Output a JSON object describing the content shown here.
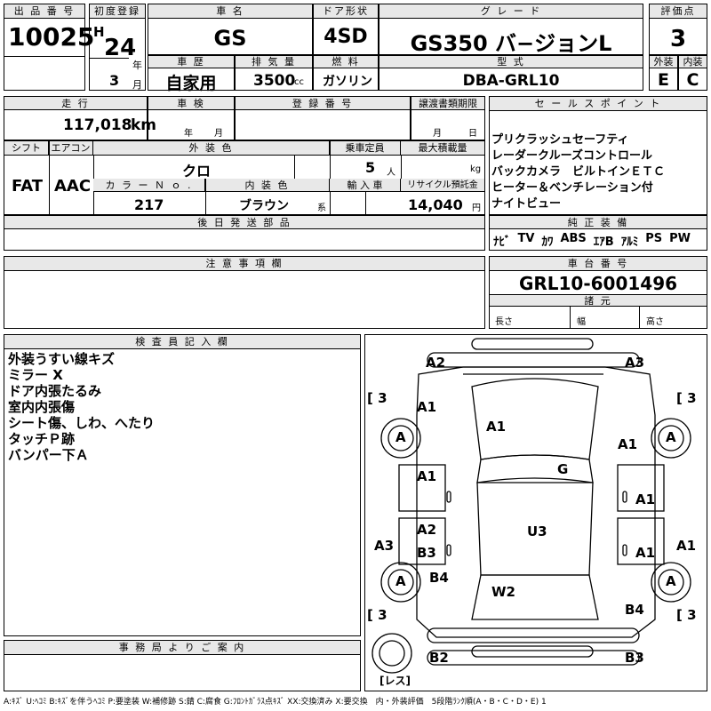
{
  "lot": {
    "label": "出 品 番 号",
    "value": "10025"
  },
  "first_reg": {
    "label": "初度登録",
    "era": "H",
    "year": "24",
    "year_unit": "年",
    "month": "3",
    "month_unit": "月"
  },
  "car_name": {
    "label": "車 名",
    "value": "GS"
  },
  "door": {
    "label": "ドア形状",
    "value": "4SD"
  },
  "grade": {
    "label": "グ レ ー ド",
    "value": "GS350 バ−ジョンL"
  },
  "score": {
    "label": "評価点",
    "value": "3"
  },
  "history": {
    "label": "車 歴",
    "value": "自家用"
  },
  "displacement": {
    "label": "排 気 量",
    "value": "3500",
    "unit": "cc"
  },
  "fuel": {
    "label": "燃 料",
    "value": "ガソリン"
  },
  "model": {
    "label": "型 式",
    "value": "DBA-GRL10"
  },
  "ext_grade": {
    "label": "外装",
    "value": "E"
  },
  "int_grade": {
    "label": "内装",
    "value": "C"
  },
  "mileage": {
    "label": "走 行",
    "value": "117,018",
    "unit": "km"
  },
  "inspection": {
    "label": "車 検",
    "year_unit": "年",
    "month_unit": "月"
  },
  "reg_no": {
    "label": "登 録 番 号"
  },
  "transfer": {
    "label": "譲渡書類期限",
    "month_unit": "月",
    "day_unit": "日"
  },
  "shift": {
    "label": "シフト",
    "value": "FAT"
  },
  "ac": {
    "label": "エアコン",
    "value": "AAC"
  },
  "ext_color": {
    "label": "外 装 色",
    "value": "クロ"
  },
  "capacity": {
    "label": "乗車定員",
    "value": "5",
    "unit": "人"
  },
  "max_load": {
    "label": "最大積載量",
    "unit": "kg"
  },
  "color_no": {
    "label": "カ ラ ー Ｎ ｏ .",
    "value": "217"
  },
  "int_color": {
    "label": "内 装 色",
    "value": "ブラウン",
    "unit": "系"
  },
  "import": {
    "label": "輸 入 車"
  },
  "recycle": {
    "label": "リサイクル預託金",
    "value": "14,040",
    "unit": "円"
  },
  "later_parts": {
    "label": "後 日 発 送 部 品"
  },
  "sales_point": {
    "label": "セ ー ル ス ポ イ ン ト",
    "lines": [
      "プリクラッシュセーフティ",
      "レーダークルーズコントロール",
      "バックカメラ　ビルトインＥＴＣ",
      "ヒーター＆ベンチレーション付",
      "ナイトビュー"
    ]
  },
  "equipment": {
    "label": "純 正 装 備",
    "items": [
      "ﾅﾋﾞ",
      "TV",
      "ｶﾜ",
      "ABS",
      "ｴｱB",
      "ｱﾙﾐ",
      "PS",
      "PW"
    ]
  },
  "notes": {
    "label": "注 意 事 項 欄"
  },
  "chassis": {
    "label": "車 台 番 号",
    "value": "GRL10-6001496"
  },
  "specs": {
    "label": "諸 元",
    "length": "長さ",
    "width": "幅",
    "height": "高さ"
  },
  "inspector": {
    "label": "検 査 員 記 入 欄",
    "lines": [
      "外装うすい線キズ",
      "ミラー X",
      "ドア内張たるみ",
      "室内内張傷",
      "シート傷、しわ、へたり",
      "タッチＰ跡",
      "バンパー下Ａ"
    ]
  },
  "office": {
    "label": "事 務 局 よ り ご 案 内"
  },
  "diagram": {
    "tire_label": "[ 3",
    "less_label": "[レス]",
    "marks": {
      "a2_front": "A2",
      "a3_front": "A3",
      "a1_fl": "A1",
      "a1_hood": "A1",
      "a1_fr": "A1",
      "tire_fl": "A",
      "tire_fr": "A",
      "tire_rl": "A",
      "tire_rr": "A",
      "g": "G",
      "a1_door_l": "A1",
      "a1_door_r": "A1",
      "u3": "U3",
      "a2_rl": "A2",
      "b3_rl": "B3",
      "a3_side": "A3",
      "a1_rdoor_r": "A1",
      "a1_side_r": "A1",
      "b4_l": "B4",
      "w2": "W2",
      "b4_r": "B4",
      "b2": "B2",
      "b3": "B3"
    }
  },
  "legend": "A:ｷｽﾞ U:ﾍｺﾐ B:ｷｽﾞを伴うﾍｺﾐ P:要塗装 W:補修跡 S:錆 C:腐食 G:ﾌﾛﾝﾄｶﾞﾗｽ点ｷｽﾞ XX:交換済み X:要交換　内・外装評価　5段階ﾗﾝｸ順(A・B・C・D・E) 1"
}
